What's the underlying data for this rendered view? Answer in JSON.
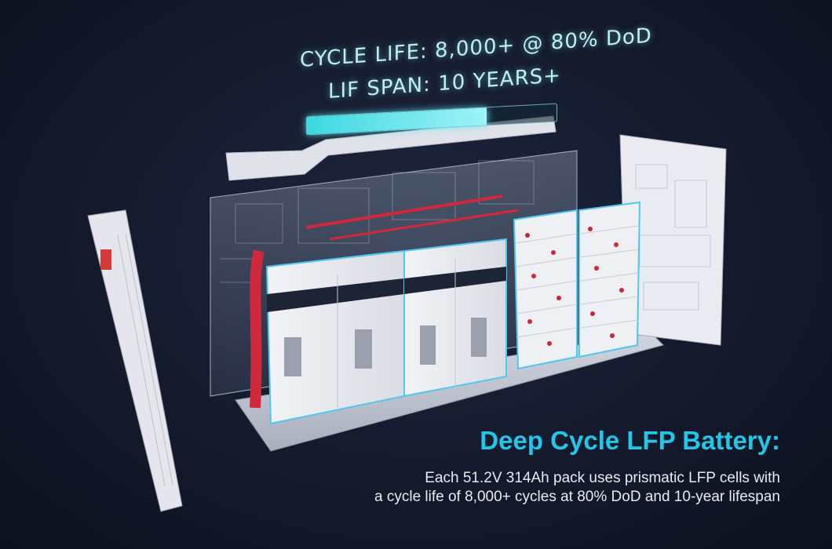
{
  "hud": {
    "line1": "CYCLE LIFE: 8,000+ @ 80% DoD",
    "line2": "LIF SPAN: 10 YEARS+",
    "progress_fraction": 0.72
  },
  "caption": {
    "headline": "Deep Cycle LFP Battery:",
    "line1": "Each 51.2V 314Ah pack uses prismatic LFP cells with",
    "line2": "a cycle life of 8,000+ cycles at 80% DoD and 10-year lifespan"
  },
  "colors": {
    "background": "#141a2c",
    "accent": "#22c6e6",
    "cable": "#d2283c",
    "panel": "#e6e8ee"
  }
}
